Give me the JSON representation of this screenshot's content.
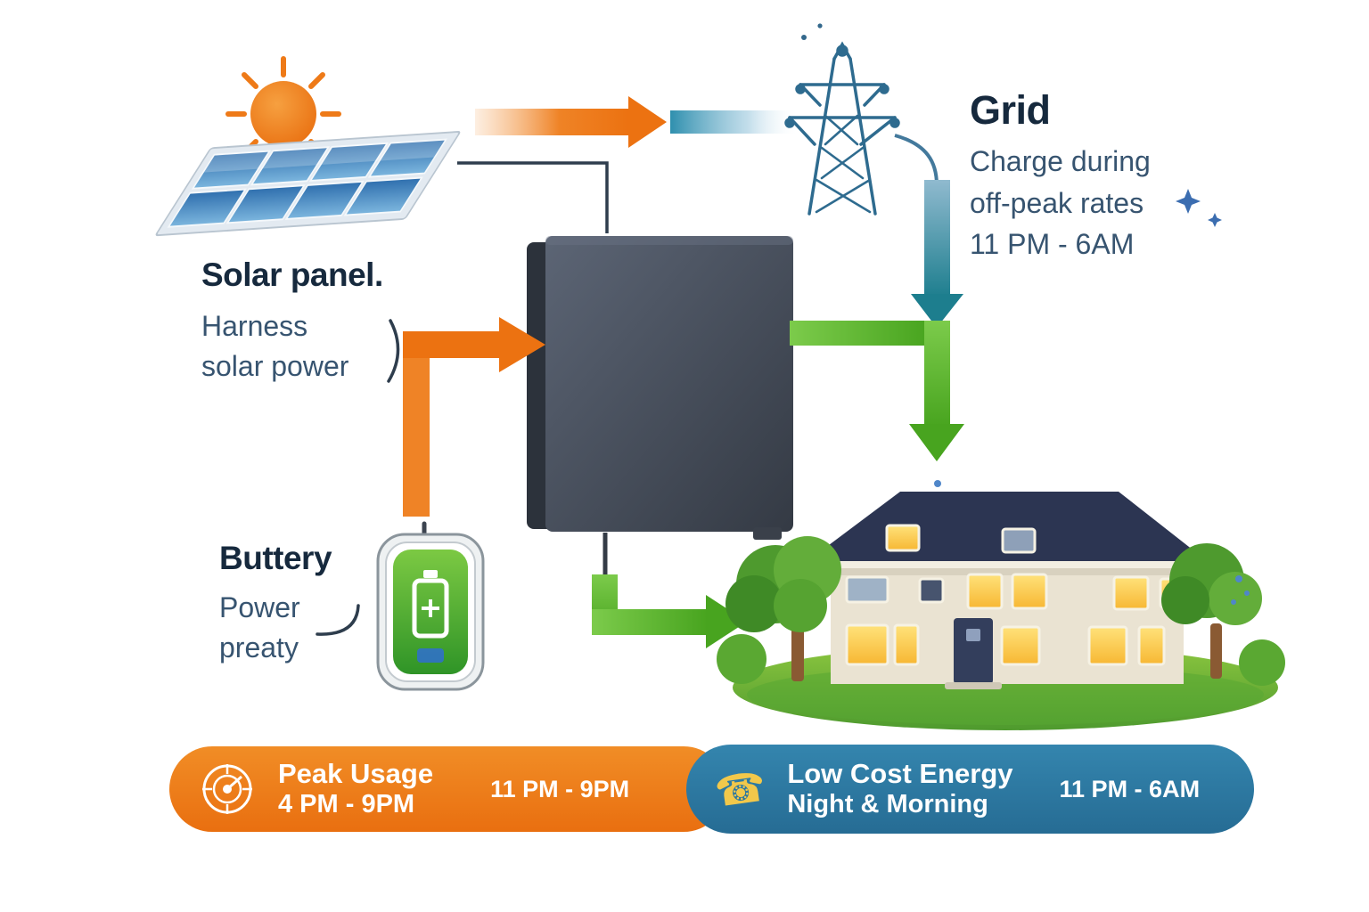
{
  "solar": {
    "title": "Solar panel.",
    "line1": "Harness",
    "line2": "solar power"
  },
  "grid": {
    "title": "Grid",
    "line1": "Charge during",
    "line2": "off-peak rates",
    "line3": "11 PM - 6AM"
  },
  "battery": {
    "title": "Buttery",
    "line1": "Power",
    "line2": "preaty"
  },
  "badges": {
    "peak": {
      "title": "Peak Usage",
      "subtitle": "4 PM - 9PM",
      "time": "11 PM - 9PM"
    },
    "low": {
      "title": "Low Cost Energy",
      "subtitle": "Night & Morning",
      "time": "11 PM - 6AM"
    }
  },
  "glyphs": {
    "phone": "☎"
  },
  "colors": {
    "accent_orange": "#ec7211",
    "accent_blue": "#2e7fa8",
    "accent_green": "#55b22a",
    "accent_teal": "#1f7f8e",
    "heading_text": "#16293d",
    "body_text": "#375470",
    "battery_box": "#4a5160",
    "roof": "#2c3552",
    "wall": "#eae3d2",
    "window_glow": "#ffd659"
  }
}
